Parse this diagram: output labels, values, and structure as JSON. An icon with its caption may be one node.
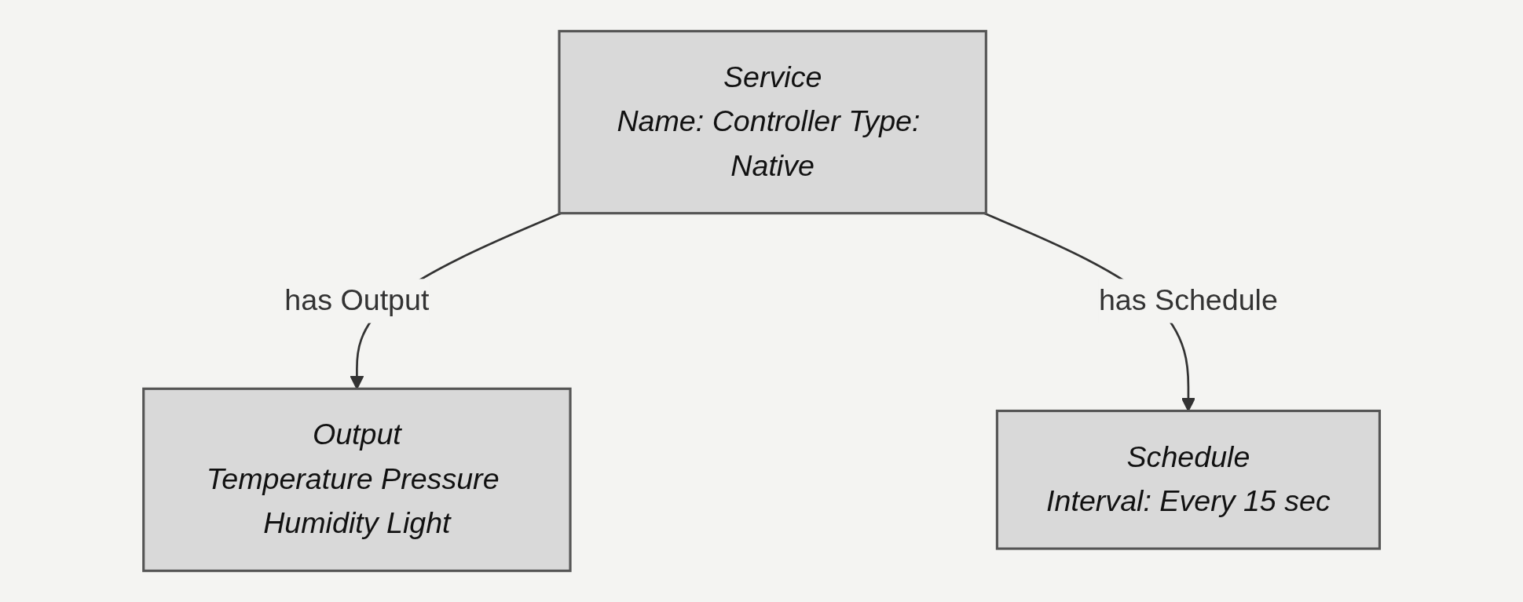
{
  "diagram": {
    "nodes": [
      {
        "text": [
          "Service",
          "Name: Controller Type: Native"
        ]
      },
      {
        "text": [
          "Output",
          "Temperature Pressure Humidity Light"
        ]
      },
      {
        "text": [
          "Schedule",
          "Interval: Every 15 sec"
        ]
      }
    ],
    "edges": [
      {
        "from": 0,
        "to": 1,
        "arrow": "to",
        "label": "has Output"
      },
      {
        "from": 0,
        "to": 2,
        "arrow": "to",
        "label": "has Schedule"
      }
    ]
  }
}
